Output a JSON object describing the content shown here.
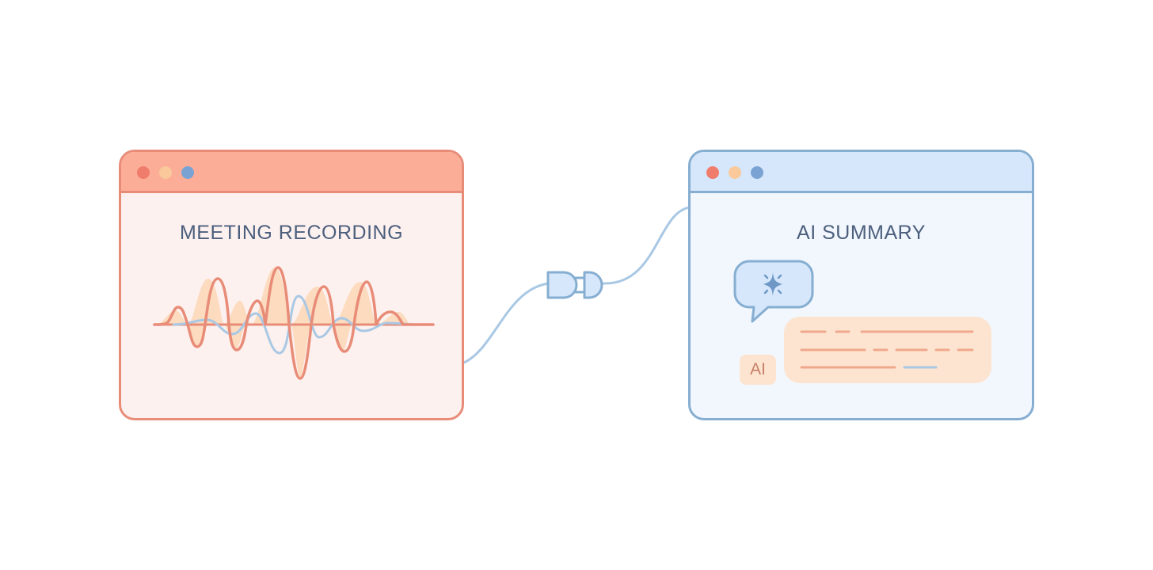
{
  "left_window": {
    "title": "MEETING RECORDING"
  },
  "right_window": {
    "title": "AI SUMMARY",
    "badge": "AI"
  },
  "icons": [
    "sparkle-icon",
    "plug-icon",
    "chat-bubble-icon",
    "audio-waveform-icon"
  ],
  "colors": {
    "coral_border": "#e88c78",
    "coral_header": "#fbad98",
    "coral_fill": "#fdf1ef",
    "blue_border": "#86aed1",
    "blue_header": "#d6e7fb",
    "blue_fill": "#f2f7fd",
    "peach": "#fde4d1",
    "title_text": "#4c5f7d"
  }
}
